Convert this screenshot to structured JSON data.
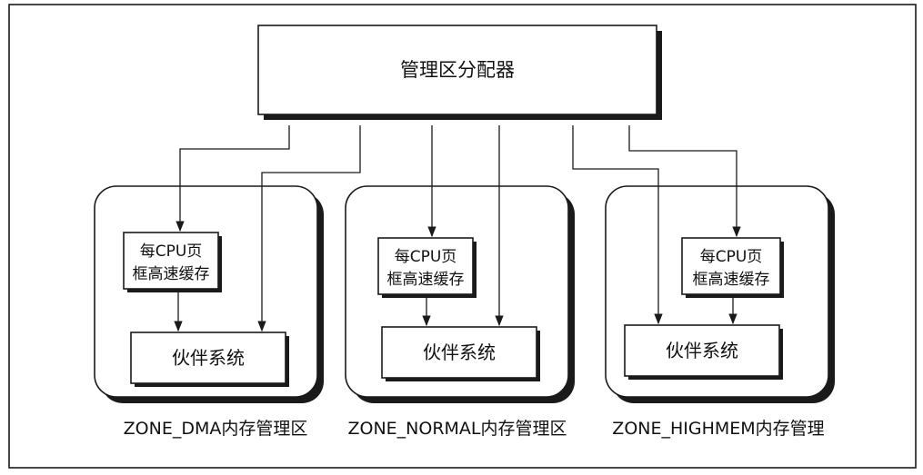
{
  "top_box": {
    "label": "管理区分配器"
  },
  "zones": [
    {
      "cache_line1": "每CPU页",
      "cache_line2": "框高速缓存",
      "buddy_label": "伙伴系统",
      "zone_label": "ZONE_DMA内存管理区"
    },
    {
      "cache_line1": "每CPU页",
      "cache_line2": "框高速缓存",
      "buddy_label": "伙伴系统",
      "zone_label": "ZONE_NORMAL内存管理区"
    },
    {
      "cache_line1": "每CPU页",
      "cache_line2": "框高速缓存",
      "buddy_label": "伙伴系统",
      "zone_label": "ZONE_HIGHMEM内存管理"
    }
  ],
  "colors": {
    "stroke": "#1a1a1a",
    "background": "#ffffff"
  }
}
